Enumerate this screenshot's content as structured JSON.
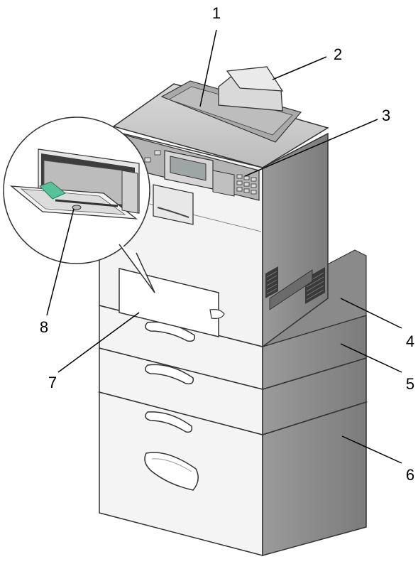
{
  "callouts": [
    {
      "number": "1"
    },
    {
      "number": "2"
    },
    {
      "number": "3"
    },
    {
      "number": "4"
    },
    {
      "number": "5"
    },
    {
      "number": "6"
    },
    {
      "number": "7"
    },
    {
      "number": "8"
    }
  ],
  "colors": {
    "body_light": "#f2f2f2",
    "body_mid": "#c8c8c8",
    "side_dark": "#8f8f8f",
    "side_darker": "#7a7a7a",
    "outline": "#333333",
    "panel_dark": "#6e6e6e",
    "screen": "#9ea5a5",
    "accent_green": "#55c29a"
  },
  "icons": [
    "handle-icon",
    "vent-icon",
    "keypad-icon",
    "display-icon"
  ]
}
